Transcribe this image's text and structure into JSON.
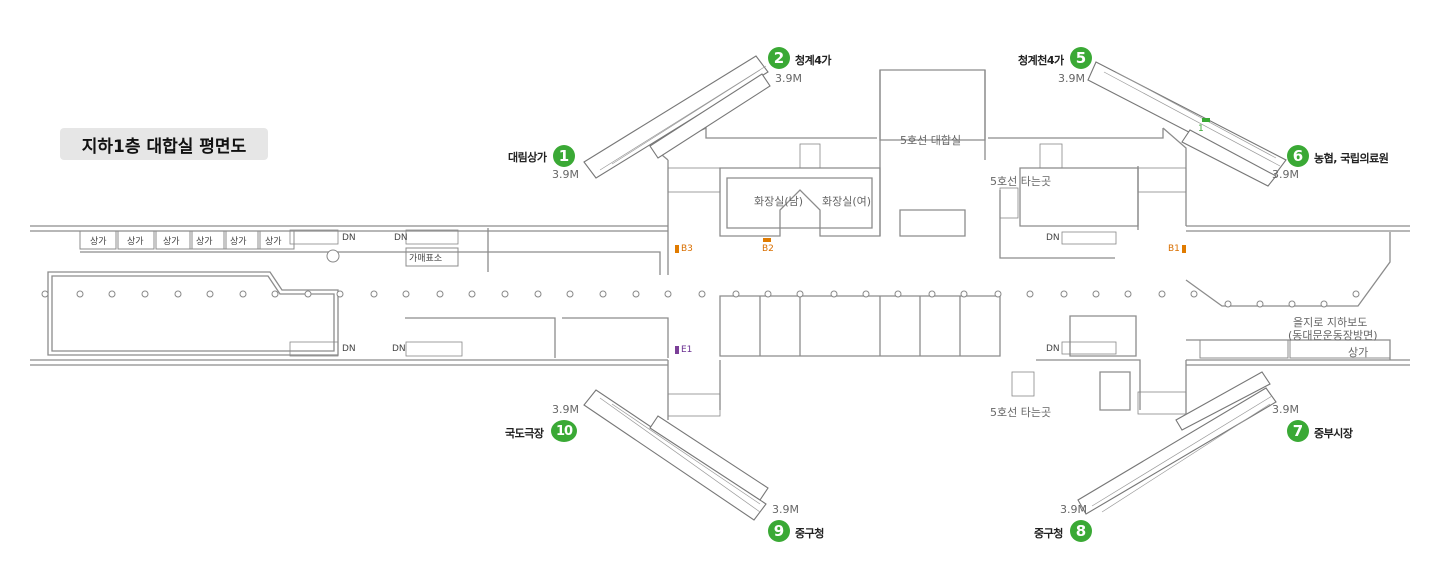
{
  "title": "지하1층 대합실 평면도",
  "colors": {
    "exit_badge": "#3aa935",
    "wall": "#8c8c8c",
    "orange_marker": "#e07b00",
    "purple_marker": "#7b3f98"
  },
  "exits": [
    {
      "number": "1",
      "name": "대림상가",
      "depth": "3.9M"
    },
    {
      "number": "2",
      "name": "청계4가",
      "depth": "3.9M"
    },
    {
      "number": "5",
      "name": "청계천4가",
      "depth": "3.9M"
    },
    {
      "number": "6",
      "name": "농협, 국립의료원",
      "depth": "3.9M"
    },
    {
      "number": "7",
      "name": "중부시장",
      "depth": "3.9M"
    },
    {
      "number": "8",
      "name": "중구청",
      "depth": "3.9M"
    },
    {
      "number": "9",
      "name": "중구청",
      "depth": "3.9M"
    },
    {
      "number": "10",
      "name": "국도극장",
      "depth": "3.9M"
    }
  ],
  "areas": {
    "line5_concourse": "5호선 대합실",
    "line5_boarding_top": "5호선 타는곳",
    "line5_boarding_bottom": "5호선 타는곳",
    "restroom_m": "화장실(남)",
    "restroom_f": "화장실(여)",
    "ticket_office": "가매표소",
    "underpass": "을지로 지하보도",
    "underpass_sub": "(동대문운동장방면)",
    "shop": "상가"
  },
  "shops_top": [
    "상가",
    "상가",
    "상가",
    "상가",
    "상가",
    "상가"
  ],
  "markers": {
    "b1": "B1",
    "b2": "B2",
    "b3": "B3",
    "e1": "E1",
    "exit5_mark": "1"
  },
  "dn": "DN"
}
